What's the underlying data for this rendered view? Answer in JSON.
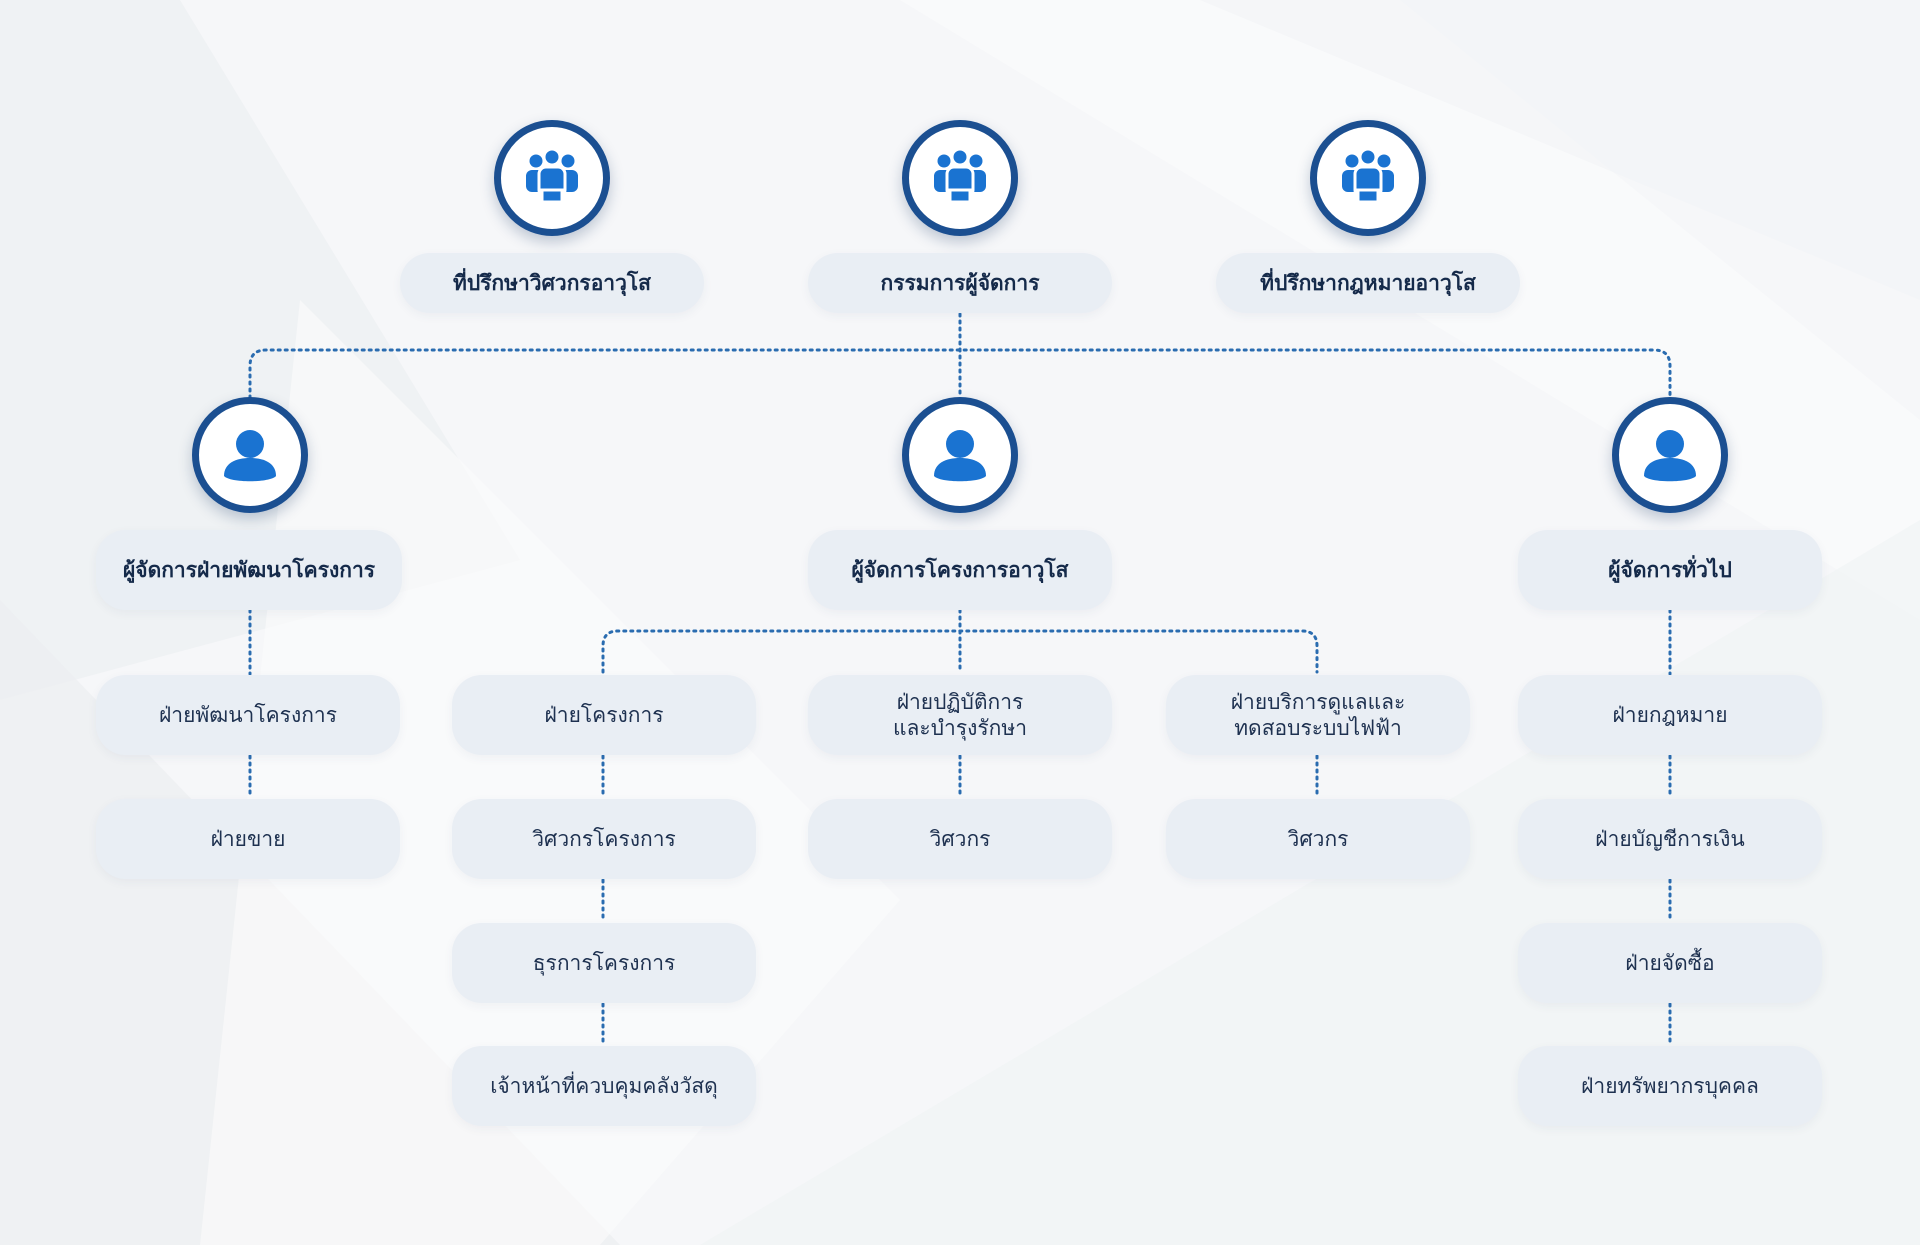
{
  "colors": {
    "accent": "#1a73d1",
    "ring": "#1b4f91",
    "node_bg": "#e9eef4",
    "text": "#1e3150",
    "connector": "#2a6cb0"
  },
  "chart": {
    "top": [
      {
        "label": "ที่ปรึกษาวิศวกรอาวุโส",
        "icon": "group-icon"
      },
      {
        "label": "กรรมการผู้จัดการ",
        "icon": "group-icon"
      },
      {
        "label": "ที่ปรึกษากฎหมายอาวุโส",
        "icon": "group-icon"
      }
    ],
    "managers": [
      {
        "label": "ผู้จัดการฝ่ายพัฒนาโครงการ",
        "icon": "person-icon"
      },
      {
        "label": "ผู้จัดการโครงการอาวุโส",
        "icon": "person-icon"
      },
      {
        "label": "ผู้จัดการทั่วไป",
        "icon": "person-icon"
      }
    ],
    "development": [
      "ฝ่ายพัฒนาโครงการ",
      "ฝ่ายขาย"
    ],
    "project": [
      "ฝ่ายโครงการ",
      "วิศวกรโครงการ",
      "ธุรการโครงการ",
      "เจ้าหน้าที่ควบคุมคลังวัสดุ"
    ],
    "operations": [
      "ฝ่ายปฏิบัติการ\nและบำรุงรักษา",
      "วิศวกร"
    ],
    "electrical": [
      "ฝ่ายบริการดูแลและ\nทดสอบระบบไฟฟ้า",
      "วิศวกร"
    ],
    "general": [
      "ฝ่ายกฎหมาย",
      "ฝ่ายบัญชีการเงิน",
      "ฝ่ายจัดซื้อ",
      "ฝ่ายทรัพยากรบุคคล"
    ]
  }
}
